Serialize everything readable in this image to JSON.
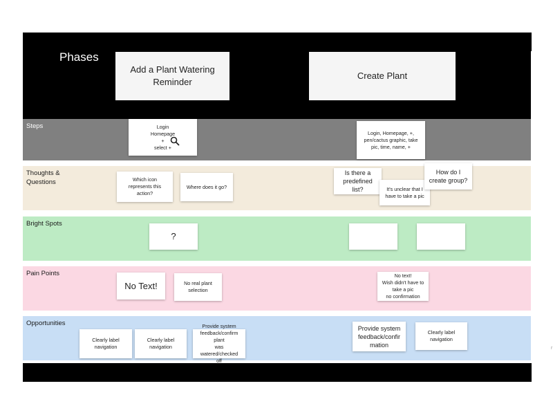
{
  "phases": {
    "label": "Phases",
    "cards": [
      {
        "text": "Add a Plant Watering\nReminder"
      },
      {
        "text": "Create Plant"
      }
    ]
  },
  "rows": {
    "steps": {
      "label": "Steps",
      "color": "#808080"
    },
    "thoughts": {
      "label": "Thoughts &\nQuestions",
      "color": "#f3ebdc"
    },
    "bright": {
      "label": "Bright Spots",
      "color": "#bdebc4"
    },
    "pain": {
      "label": "Pain Points",
      "color": "#fbd8e3"
    },
    "opps": {
      "label": "Opportunities",
      "color": "#c8def5"
    }
  },
  "notes": {
    "steps_1": "Login\nHomepage\n+\nselect +",
    "steps_2": "Login, Homepage, +,\npen/cactus graphic, take\npic, time, name, +",
    "thought_1": "Which icon\nrepresents this\naction?",
    "thought_2": "Where does it go?",
    "thought_3": "Is there a\npredefined list?",
    "thought_4": "It's unclear that I\nhave to take a pic",
    "thought_5": "How do I\ncreate group?",
    "bright_1": "?",
    "bright_2": "",
    "bright_3": "",
    "pain_1": "No Text!",
    "pain_2": "No real plant\nselection",
    "pain_3": "No text!\nWish didn't have to\ntake a pic\nno confirmation",
    "opp_1": "Clearly label\nnavigation",
    "opp_2": "Clearly label\nnavigation",
    "opp_3": "Provide system\nfeedback/confirm plant\nwas watered/checked\noff",
    "opp_4": "Provide system\nfeedback/confir\nmation",
    "opp_5": "Clearly label\nnavigation"
  },
  "icons": {
    "steps_1": "magnifier-icon"
  },
  "edge_mark": "r"
}
